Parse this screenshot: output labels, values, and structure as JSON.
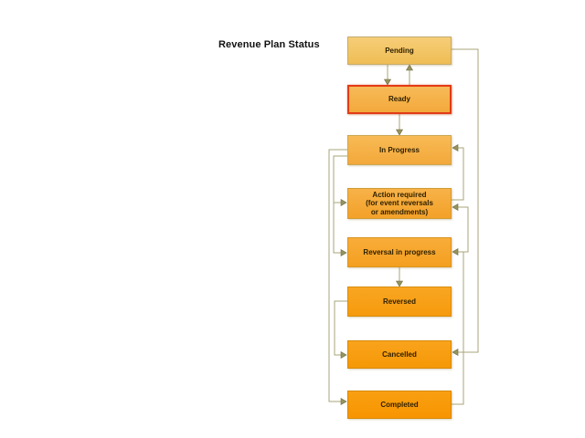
{
  "title": "Revenue Plan Status",
  "diagram": {
    "nodes": [
      {
        "id": "pending",
        "label": "Pending",
        "highlighted": false
      },
      {
        "id": "ready",
        "label": "Ready",
        "highlighted": true
      },
      {
        "id": "in-progress",
        "label": "In Progress",
        "highlighted": false
      },
      {
        "id": "action-required",
        "label": "Action required\n(for event reversals\nor amendments)",
        "highlighted": false
      },
      {
        "id": "reversal-in-progress",
        "label": "Reversal in progress",
        "highlighted": false
      },
      {
        "id": "reversed",
        "label": "Reversed",
        "highlighted": false
      },
      {
        "id": "cancelled",
        "label": "Cancelled",
        "highlighted": false
      },
      {
        "id": "completed",
        "label": "Completed",
        "highlighted": false
      }
    ],
    "edges": [
      {
        "from": "pending",
        "to": "ready"
      },
      {
        "from": "ready",
        "to": "pending"
      },
      {
        "from": "ready",
        "to": "in-progress"
      },
      {
        "from": "action-required",
        "to": "in-progress"
      },
      {
        "from": "in-progress",
        "to": "action-required"
      },
      {
        "from": "in-progress",
        "to": "reversal-in-progress"
      },
      {
        "from": "completed",
        "to": "action-required"
      },
      {
        "from": "completed",
        "to": "reversal-in-progress"
      },
      {
        "from": "reversal-in-progress",
        "to": "reversed"
      },
      {
        "from": "reversed",
        "to": "cancelled"
      },
      {
        "from": "pending",
        "to": "cancelled"
      },
      {
        "from": "in-progress",
        "to": "completed"
      }
    ]
  },
  "colors": {
    "highlight_border": "#e23b16",
    "connector_line": "#a8a578",
    "arrowhead": "#96935f",
    "node_fill_light": "#f6cd77",
    "node_fill_dark": "#f79500",
    "node_text": "#2f2000",
    "title_text": "#121212",
    "background": "#ffffff"
  }
}
